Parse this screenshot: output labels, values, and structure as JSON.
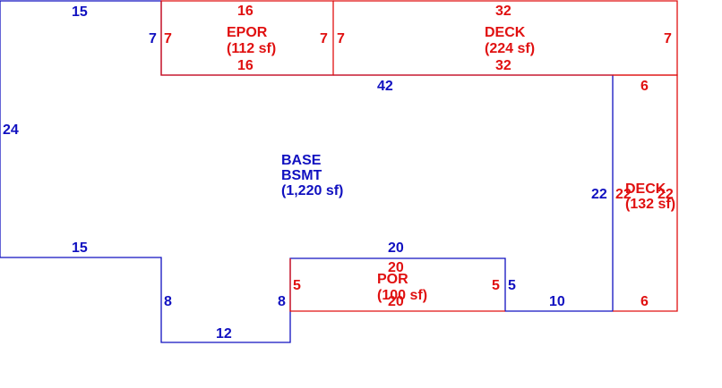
{
  "colors": {
    "base": "#1010c0",
    "addition": "#e01010"
  },
  "areas": {
    "base": {
      "code": "BASE",
      "desc": "BSMT",
      "area": "(1,220 sf)"
    },
    "epor": {
      "code": "EPOR",
      "area": "(112 sf)"
    },
    "deck_top": {
      "code": "DECK",
      "area": "(224 sf)"
    },
    "deck_right": {
      "code": "DECK",
      "area": "(132 sf)"
    },
    "por": {
      "code": "POR",
      "area": "(100 sf)"
    }
  },
  "dims": {
    "base": {
      "top_left": "15",
      "left": "24",
      "mid_left": "15",
      "drop_left": "8",
      "bottom_step": "12",
      "drop_right": "8",
      "por_top": "20",
      "por_right": "5",
      "bottom_right": "10",
      "right": "22",
      "top_right": "42",
      "epor_side": "7"
    },
    "epor": {
      "top": "16",
      "bottom": "16",
      "left": "7",
      "right": "7"
    },
    "deck_top": {
      "top": "32",
      "bottom": "32",
      "left": "7",
      "right": "7"
    },
    "deck_right": {
      "top": "6",
      "bottom": "6",
      "left": "22",
      "right": "22"
    },
    "por": {
      "top": "20",
      "bottom": "20",
      "left": "5",
      "right": "5"
    }
  }
}
